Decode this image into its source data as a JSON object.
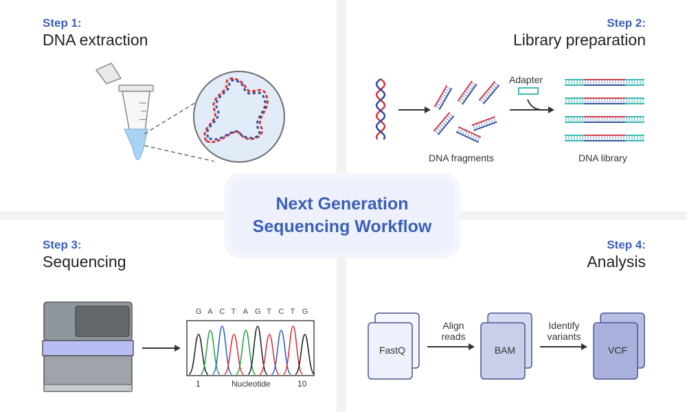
{
  "steps": [
    {
      "number": "Step 1:",
      "title": "DNA extraction"
    },
    {
      "number": "Step 2:",
      "title": "Library preparation"
    },
    {
      "number": "Step 3:",
      "title": "Sequencing"
    },
    {
      "number": "Step 4:",
      "title": "Analysis"
    }
  ],
  "center": {
    "line1": "Next Generation",
    "line2": "Sequencing Workflow"
  },
  "library": {
    "adapter": "Adapter",
    "fragments": "DNA fragments",
    "library": "DNA library"
  },
  "sequencing": {
    "bases": [
      "G",
      "A",
      "C",
      "T",
      "A",
      "G",
      "T",
      "C",
      "T",
      "G"
    ],
    "axis_start": "1",
    "axis_label": "Nucleotide",
    "axis_end": "10"
  },
  "analysis": {
    "files": [
      "FastQ",
      "BAM",
      "VCF"
    ],
    "arrows": [
      [
        "Align",
        "reads"
      ],
      [
        "Identify",
        "variants"
      ]
    ]
  },
  "colors": {
    "accent": "#3a5fb8",
    "dna_red": "#d9343c",
    "dna_blue": "#2b4d9c",
    "adapter_teal": "#3cb9b5",
    "chrom_G": "#222222",
    "chrom_A": "#2aa04a",
    "chrom_C": "#2a63c8",
    "chrom_T": "#d9343c"
  }
}
